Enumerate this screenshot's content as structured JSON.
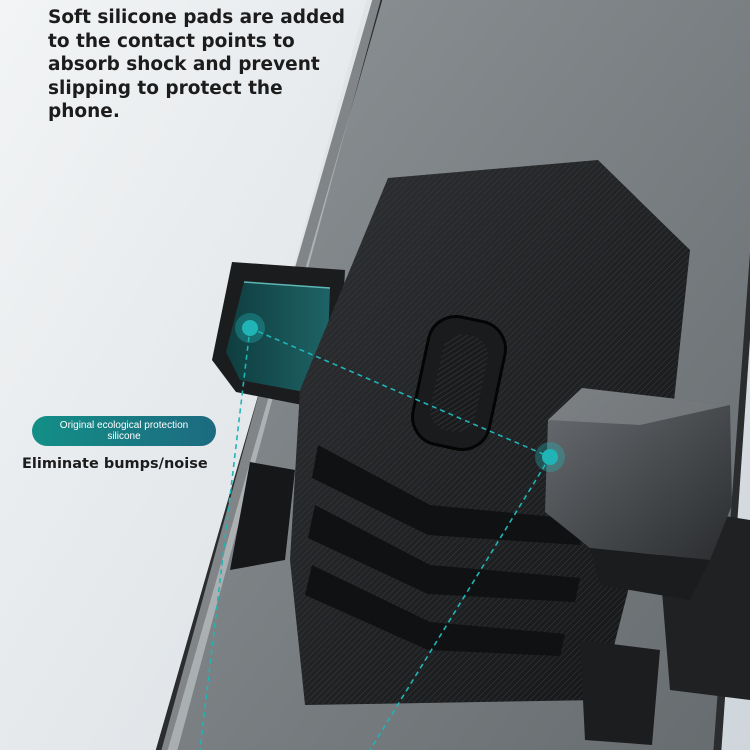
{
  "headline": "Soft silicone pads are added to the contact points to absorb shock and prevent slipping to protect the phone.",
  "badge": {
    "line1": "Original ecological protection",
    "line2": "silicone"
  },
  "badge_note": "Eliminate bumps/noise",
  "colors": {
    "accent_teal": "#21b4b6",
    "badge_start": "#138f87",
    "badge_end": "#1d6a80",
    "text_dark": "#1c1c1c"
  }
}
